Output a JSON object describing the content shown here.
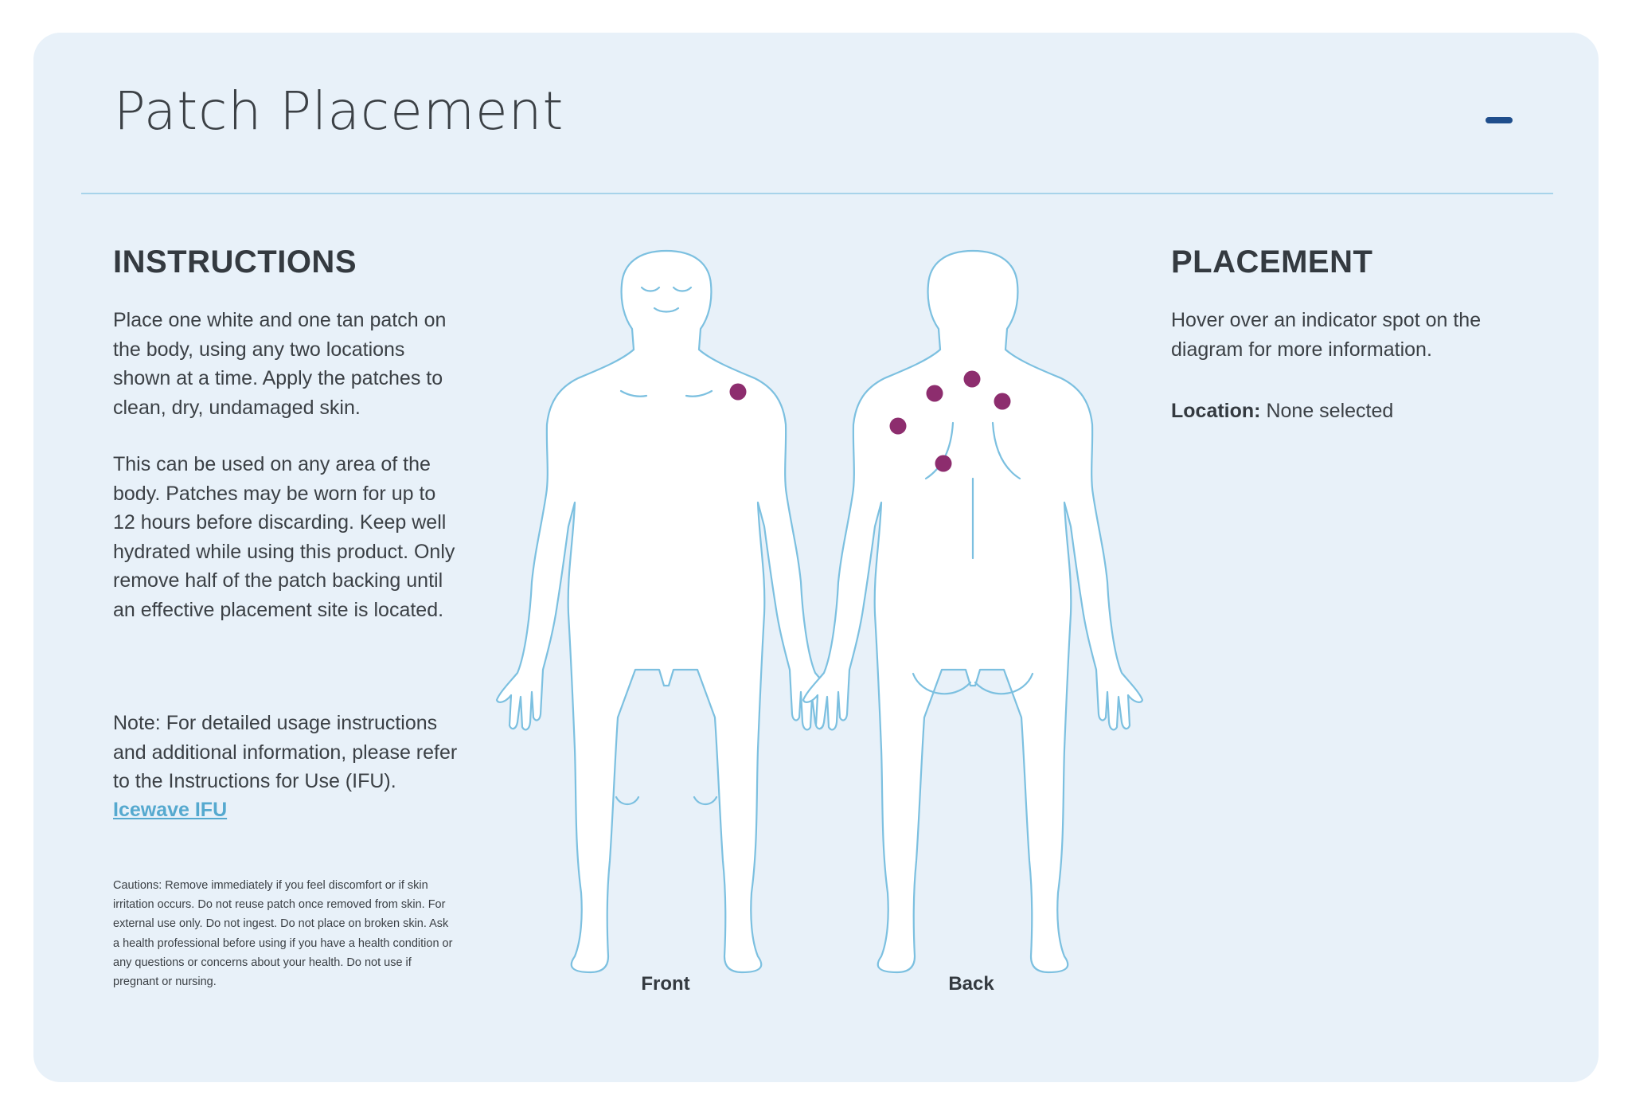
{
  "header": {
    "title": "Patch Placement"
  },
  "instructions": {
    "heading": "INSTRUCTIONS",
    "paragraph_1": "Place one white and one tan patch on the body, using any two locations shown at a time. Apply the patches to clean, dry, undamaged skin.",
    "paragraph_2": "This can be used on any area of the body. Patches may be worn for up to 12 hours before discarding. Keep well hydrated while using this product. Only remove half of the patch backing until an effective placement site is located.",
    "note": "Note: For detailed usage instructions and additional information, please refer to the Instructions for Use (IFU).",
    "link_label": "Icewave IFU",
    "cautions": "Cautions: Remove immediately if you feel discomfort or if skin irritation occurs. Do not reuse patch once removed from skin. For external use only. Do not ingest. Do not place on broken skin. Ask a health professional before using if you have a health condition or any questions or concerns about your health. Do not use if pregnant or nursing."
  },
  "diagram": {
    "front_label": "Front",
    "back_label": "Back",
    "spot_color": "#8d2d6e",
    "outline_color": "#7cc0e0",
    "front_spot_count": 1,
    "back_spot_count": 5
  },
  "placement": {
    "heading": "PLACEMENT",
    "hint": "Hover over an indicator spot on the diagram for more information.",
    "location_label": "Location:",
    "location_value": "None selected"
  },
  "colors": {
    "card_background": "#e8f1f9",
    "divider": "#a7d3ea",
    "link": "#55a9cf",
    "collapse_button": "#1f4e8c"
  }
}
